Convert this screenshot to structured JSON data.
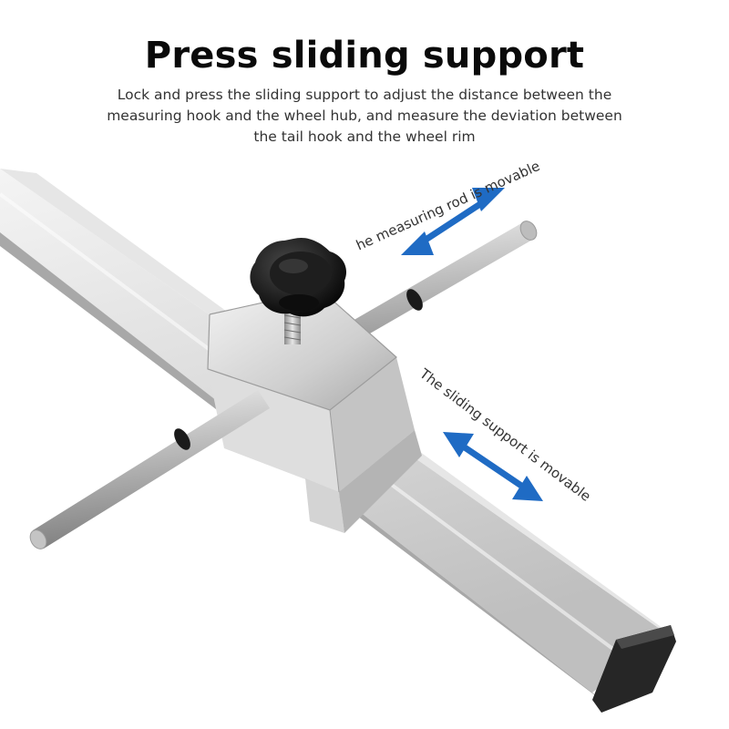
{
  "header": {
    "title": "Press sliding support",
    "description": "Lock and press the sliding support to adjust the distance between the measuring hook and the wheel hub, and measure the deviation between the tail hook and the wheel rim"
  },
  "annotations": {
    "rod_label": "he measuring rod is movable",
    "slide_label": "The sliding support is movable"
  },
  "colors": {
    "arrow": "#1f6bc4",
    "knob": "#111111",
    "metal": "#d8d8d8",
    "end_cap": "#2a2a2a"
  }
}
